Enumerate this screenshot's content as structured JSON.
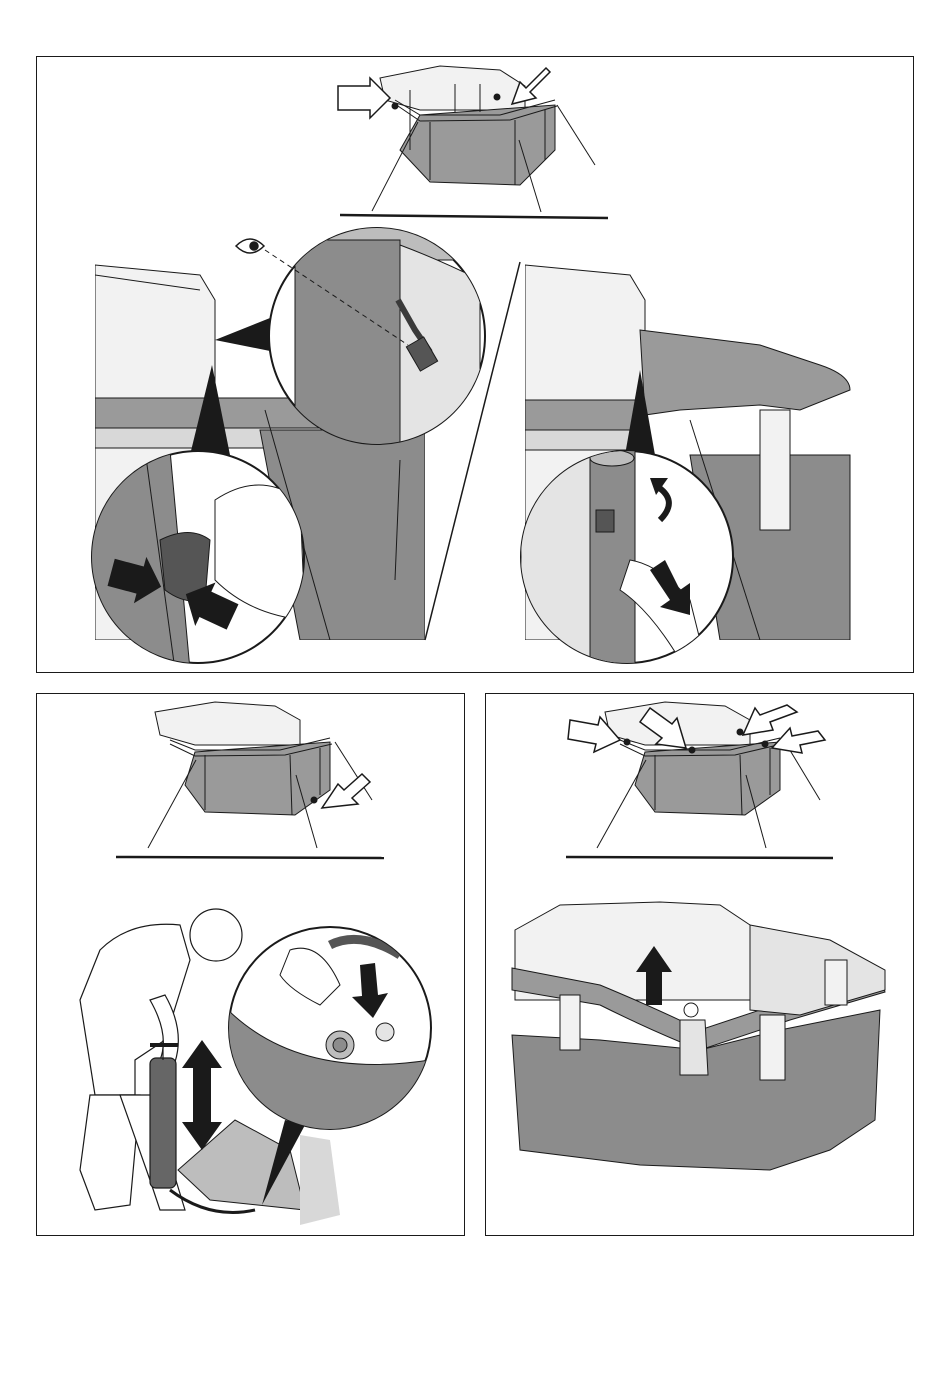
{
  "page": {
    "background": "#ffffff",
    "ink": "#1a1a1a",
    "fabric_dark": "#8c8c8c",
    "fabric_mid": "#bdbdbd",
    "fabric_light": "#e4e4e4"
  },
  "panels": [
    {
      "id": "top",
      "steps": [
        "tent-overview-straps",
        "strap-detail-eye",
        "strap-pinch",
        "beam-rotate-pull"
      ]
    },
    {
      "id": "bottom-left",
      "steps": [
        "tent-overview-valve",
        "pump-inflate",
        "valve-detail"
      ]
    },
    {
      "id": "bottom-right",
      "steps": [
        "tent-overview-four-points",
        "beam-raised"
      ]
    }
  ],
  "icons": [
    "eye-icon",
    "arrow-icon",
    "double-arrow-icon",
    "rotate-arrow-icon",
    "up-arrow-icon"
  ]
}
